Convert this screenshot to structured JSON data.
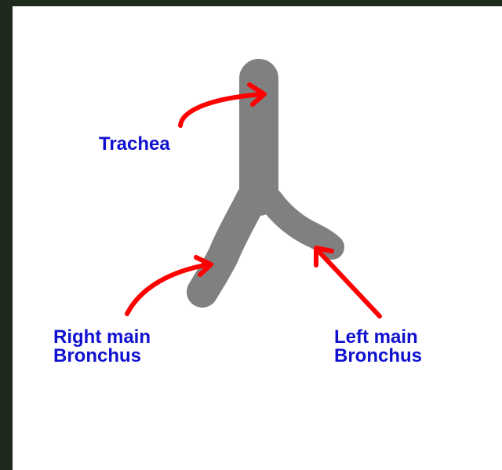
{
  "labels": {
    "trachea": "Trachea",
    "right_bronchus": [
      "Right main",
      "Bronchus"
    ],
    "left_bronchus": [
      "Left main",
      "Bronchus"
    ]
  },
  "colors": {
    "background": "#1e2b1c",
    "panel": "#ffffff",
    "airway": "#808080",
    "arrow": "#ff0000",
    "label": "#1010d0"
  }
}
